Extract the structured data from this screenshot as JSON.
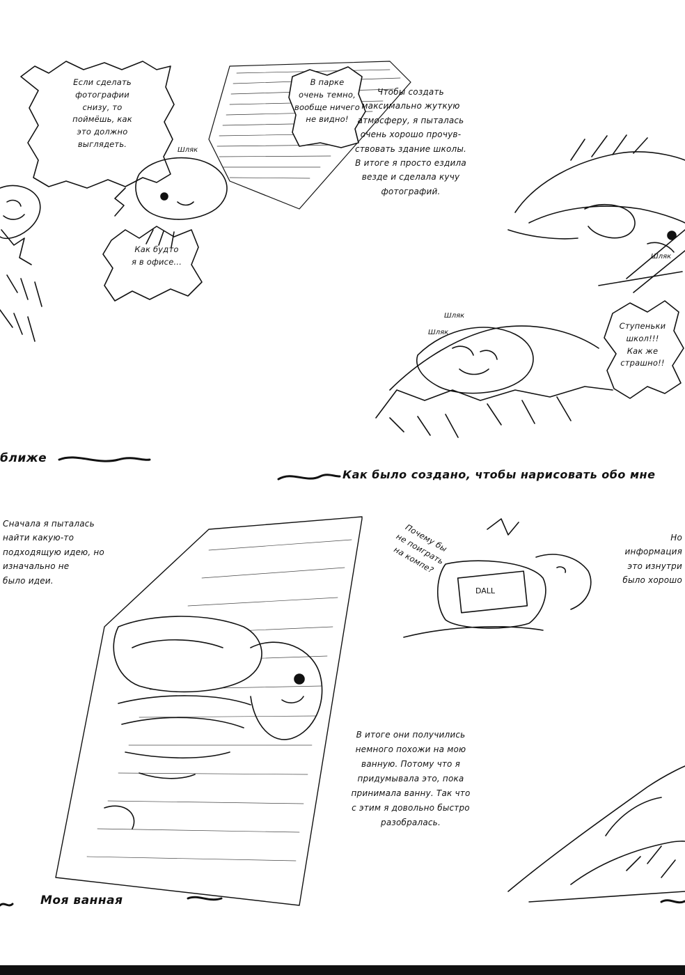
{
  "panels": {
    "top_left_bubble": "Если сделать\nфотографии\nснизу, то\nпоймёшь, как\nэто должно\nвыглядеть.",
    "top_dark_bubble": "В парке\nочень темно,\nвообще ничего\nне видно!",
    "scared_bubble": "Как будто\nя в офисе...",
    "narration_atmosphere": "Чтобы создать\nмаксимально жуткую\nатмосферу, я пыталась\nочень хорошо прочув-\nствовать здание школы.\nВ итоге я просто ездила\nвезде и сделала кучу\nфотографий.",
    "scary_bubble": "Ступеньки\nшкол!!!\nКак же\nстрашно!!",
    "left_narration": "Сначала я пыталась\nнайти какую-то\nподходящую идею, но\nизначально не\nбыло идеи.",
    "pc_bubble": "Почему бы\nне поиграть\nна компе?",
    "right_narration": "Но\nинформация\nэто изнутри\nбыло хорошо",
    "bath_narration": "В итоге они получились\nнемного похожи на мою\nванную. Потому что я\nпридумывала это, пока\nпринимала ванну. Так что\nс этим я довольно быстро\nразобралась."
  },
  "titles": {
    "left_banner": "ближе",
    "mid_banner": "Как было создано, чтобы нарисовать обо мне",
    "bottom_banner": "Моя ванная"
  },
  "sfx": {
    "shake_1": "Шляк",
    "shake_2": "Шляк",
    "shake_3": "Шляк",
    "shake_4": "Шляк",
    "monitor_label": "DALL"
  }
}
